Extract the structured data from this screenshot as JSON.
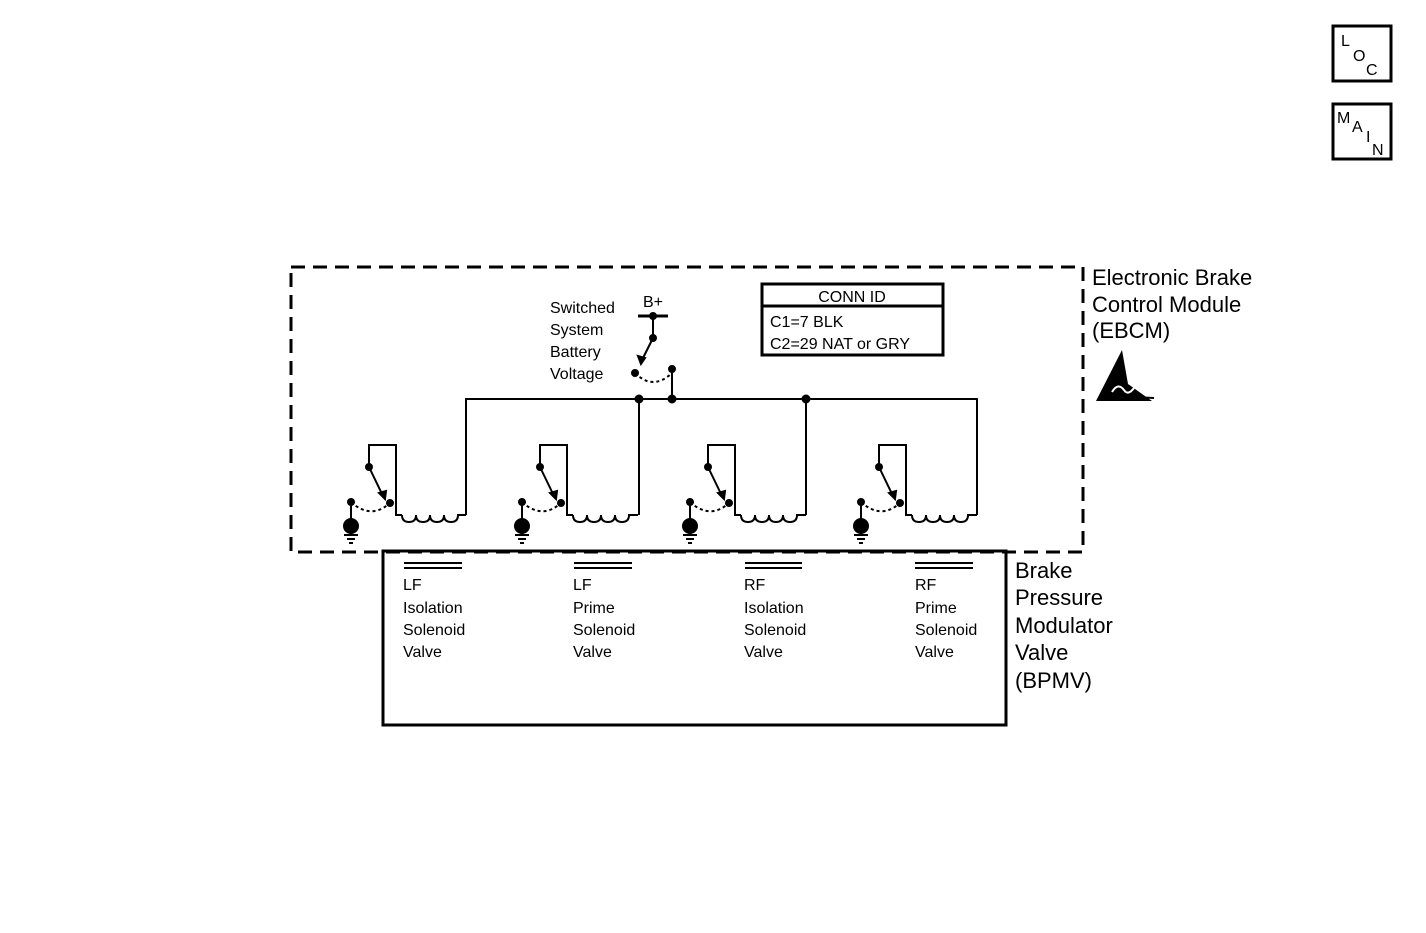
{
  "nav": {
    "loc": {
      "c1": "L",
      "c2": "O",
      "c3": "C"
    },
    "main": {
      "c1": "M",
      "c2": "A",
      "c3": "I",
      "c4": "N"
    }
  },
  "ebcm": {
    "line1": "Electronic Brake",
    "line2": "Control Module",
    "line3": "(EBCM)"
  },
  "power": {
    "bplus": "B+",
    "line1": "Switched",
    "line2": "System",
    "line3": "Battery",
    "line4": "Voltage"
  },
  "conn": {
    "header": "CONN ID",
    "row1": "C1=7 BLK",
    "row2": "C2=29 NAT or GRY"
  },
  "bpmv": {
    "line1": "Brake",
    "line2": "Pressure",
    "line3": "Modulator",
    "line4": "Valve",
    "line5": "(BPMV)"
  },
  "solenoids": [
    {
      "side": "LF",
      "type": "Isolation",
      "word3": "Solenoid",
      "word4": "Valve"
    },
    {
      "side": "LF",
      "type": "Prime",
      "word3": "Solenoid",
      "word4": "Valve"
    },
    {
      "side": "RF",
      "type": "Isolation",
      "word3": "Solenoid",
      "word4": "Valve"
    },
    {
      "side": "RF",
      "type": "Prime",
      "word3": "Solenoid",
      "word4": "Valve"
    }
  ]
}
